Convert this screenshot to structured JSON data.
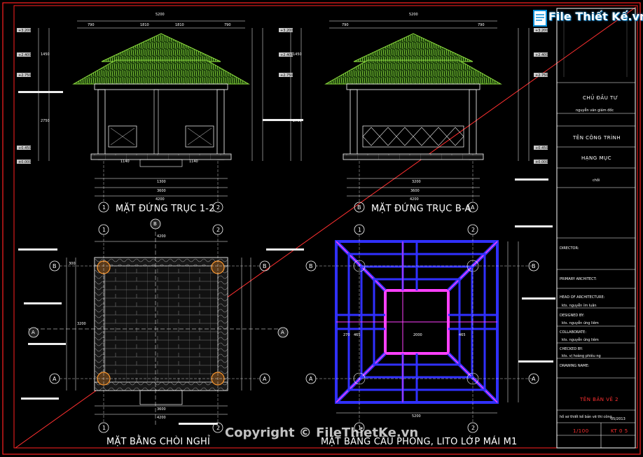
{
  "logo": {
    "text": "File Thiết Kế.vn",
    "icon": "logo-document-icon"
  },
  "watermark": "Copyright © FileThietKe.vn",
  "views": {
    "elevation_1": "MẶT ĐỨNG TRỤC 1-2",
    "elevation_2": "MẶT ĐỨNG TRỤC B-A",
    "plan_1": "MẶT BẰNG CHÒI NGHỈ",
    "plan_2": "MẶT BẰNG CẦU PHONG, LITO LỚP MÁI M1"
  },
  "dims": {
    "overall": "5200",
    "eave": "790",
    "mid": "1810",
    "inner": "1300",
    "plan_total": "4200",
    "plan_mid": "3600",
    "grid": "3200",
    "h1": "2750",
    "h2": "1450",
    "small": "300",
    "side": "1140",
    "c2000": "2000",
    "c465": "465",
    "c270": "270"
  },
  "axes": {
    "a1": "1",
    "a2": "2",
    "aA": "A",
    "aB": "B"
  },
  "levels": {
    "l1": "+3.200",
    "l2": "+2.400",
    "l3": "+2.750",
    "l4": "+0.450",
    "l5": "±0.000"
  },
  "title_block": {
    "owner": "CHỦ ĐẦU TƯ",
    "owner_name": "nguyễn văn giám đốc",
    "project": "TÊN CÔNG TRÌNH",
    "hangmuc": "HẠNG MỤC",
    "hangmuc_val": "chồi",
    "director": "DIRECTOR:",
    "principal": "PRIMARY ARCHITECT:",
    "head": "HEAD OF ARCHITECTURE:",
    "p1": "kts. nguyễn ỉm luân",
    "designed": "DESIGNED BY:",
    "p2": "kts. nguyễn ứng liêm",
    "collab": "COLLABORATE:",
    "p3": "kts. nguyễn ứng liêm",
    "checked": "CHECKED BY:",
    "p4": "kts. vị hoàng phiêu ng",
    "drawing": "DRAWING NAME:",
    "drawing_name": "TÊN BẢN VẼ 2",
    "file": "hồ sơ thiết kế bản vẽ thi công",
    "date": "05/2013",
    "scale": "1/100",
    "sheet_no": "KT 0 5"
  },
  "colors": {
    "frame": "#ff2020",
    "line": "#ffffff",
    "roof": "#7fd23a",
    "rafter": "#2020ff",
    "lito": "#ff40ff",
    "dim": "#40d0ff"
  }
}
